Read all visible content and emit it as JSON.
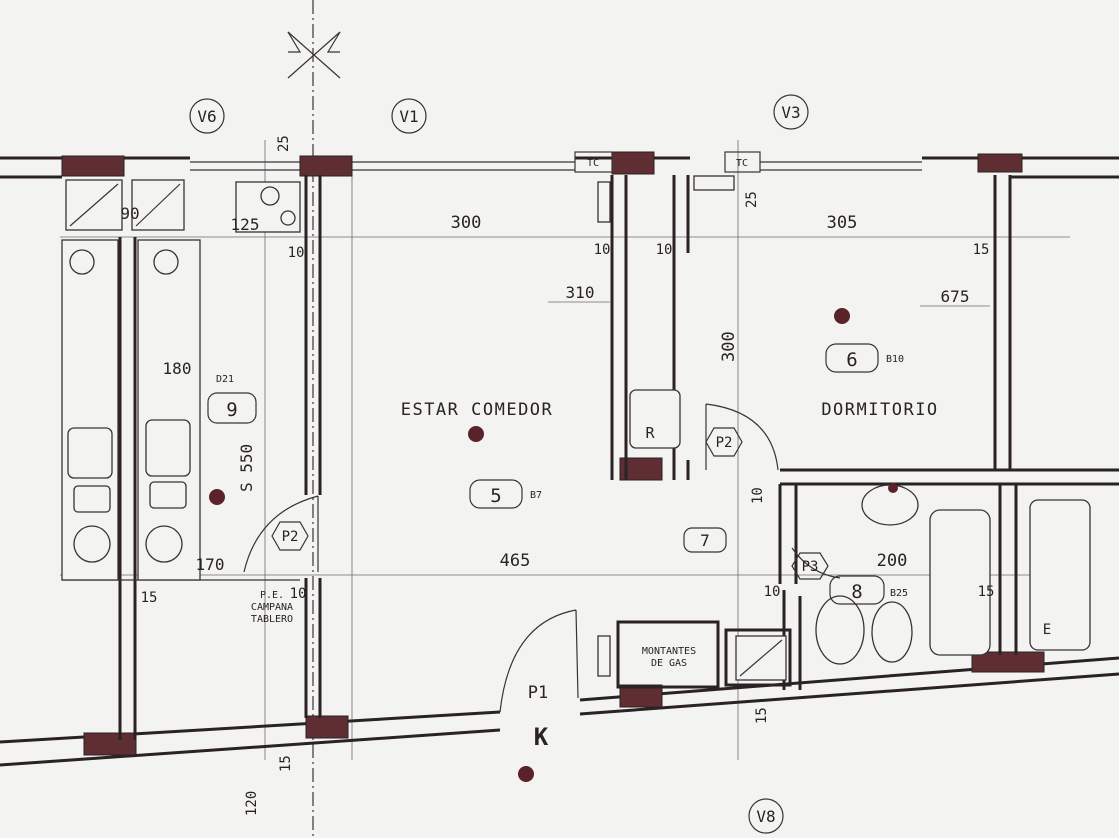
{
  "colors": {
    "ink": "#2a2224",
    "column_fill": "#5e2e33",
    "marker": "#5a2229",
    "paper": "#f3f3f1"
  },
  "windows": [
    "V6",
    "V1",
    "V3",
    "V8"
  ],
  "rooms": {
    "living": {
      "name": "ESTAR COMEDOR",
      "number": "5",
      "code": "B7"
    },
    "bedroom": {
      "name": "DORMITORIO",
      "number": "6",
      "code": "B10"
    },
    "kitchen": {
      "number": "9"
    },
    "hall": {
      "number": "7"
    },
    "bath": {
      "number": "8",
      "code": "B25"
    }
  },
  "doors": {
    "p1": "P1",
    "p2_kitchen": "P2",
    "p2_hall": "P2",
    "p3": "P3",
    "entry_mark": "K"
  },
  "labels": {
    "tc_left": "TC",
    "tc_right": "TC",
    "r": "R",
    "d21": "D21",
    "e": "E",
    "s550": "S 550",
    "pe_line1": "P.E.",
    "pe_line2": "CAMPANA",
    "pe_line3": "TABLERO",
    "gas_line1": "MONTANTES",
    "gas_line2": "DE GAS"
  },
  "dimensions": {
    "d300_top": "300",
    "d305": "305",
    "d310": "310",
    "d675": "675",
    "d300_vert": "300",
    "d465": "465",
    "d200": "200",
    "d180": "180",
    "d170": "170",
    "d125": "125",
    "d90": "90",
    "d25_a": "25",
    "d25_b": "25",
    "d10_a": "10",
    "d10_b": "10",
    "d10_c": "10",
    "d10_d": "10",
    "d10_e": "10",
    "d10_f": "10",
    "d15_a": "15",
    "d15_b": "15",
    "d15_c": "15",
    "d15_d": "15",
    "d15_e": "15",
    "d120": "120"
  }
}
